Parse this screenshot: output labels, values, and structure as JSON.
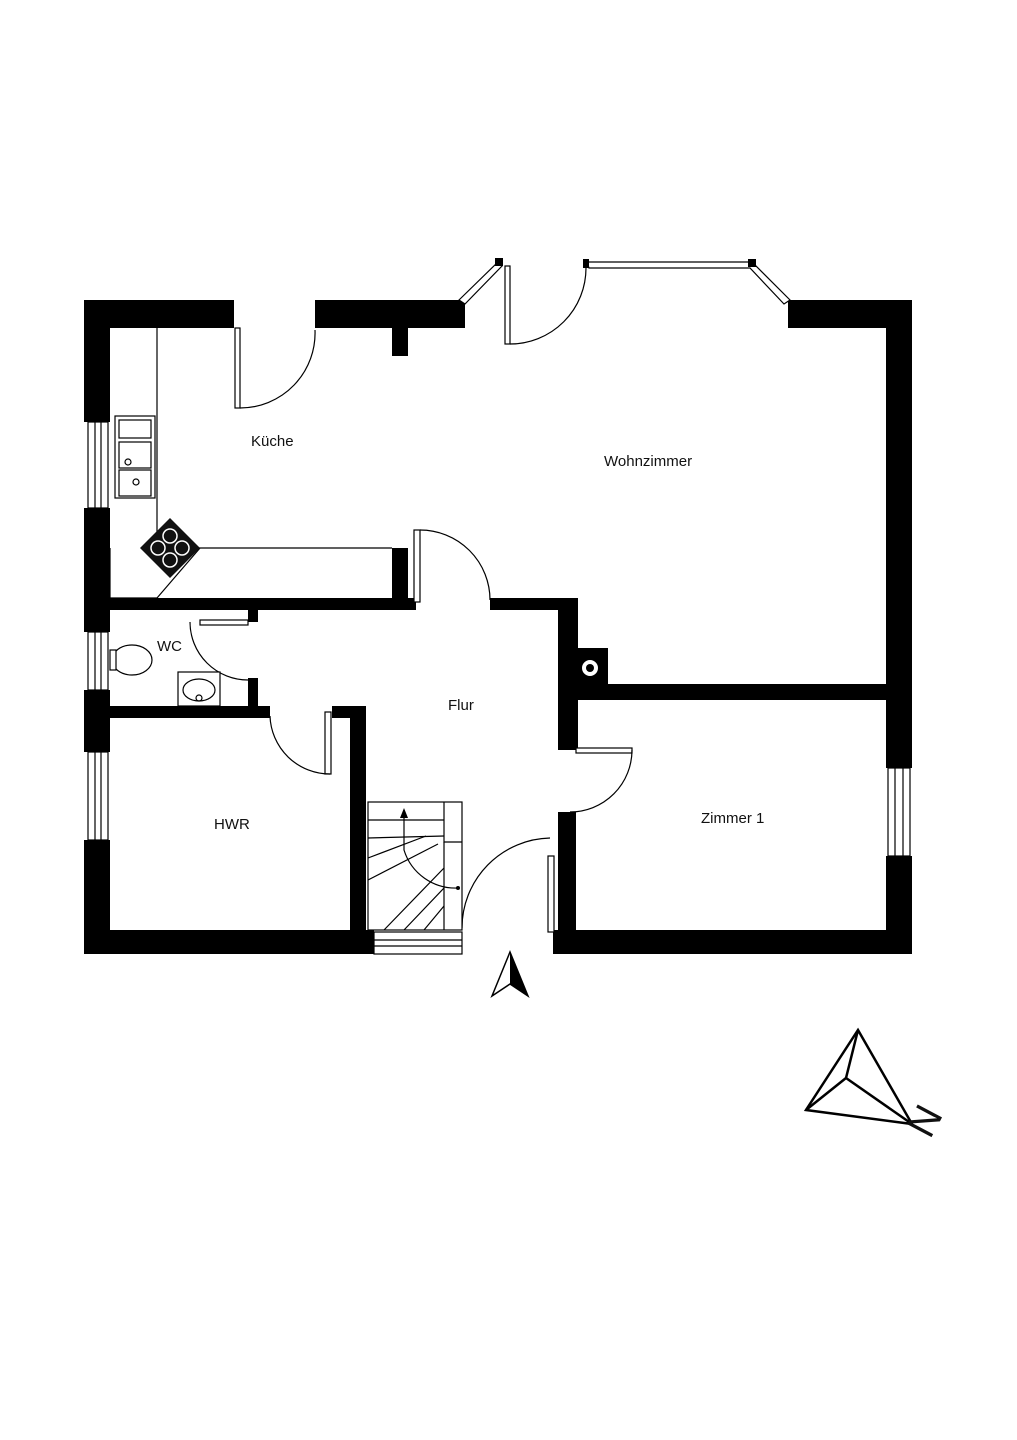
{
  "rooms": {
    "kueche": "Küche",
    "wohnzimmer": "Wohnzimmer",
    "wc": "WC",
    "flur": "Flur",
    "hwr": "HWR",
    "zimmer1": "Zimmer 1"
  },
  "compass": {
    "letter": "N",
    "icon": "north-arrow-icon"
  },
  "colors": {
    "wall": "#000000",
    "background": "#ffffff"
  }
}
